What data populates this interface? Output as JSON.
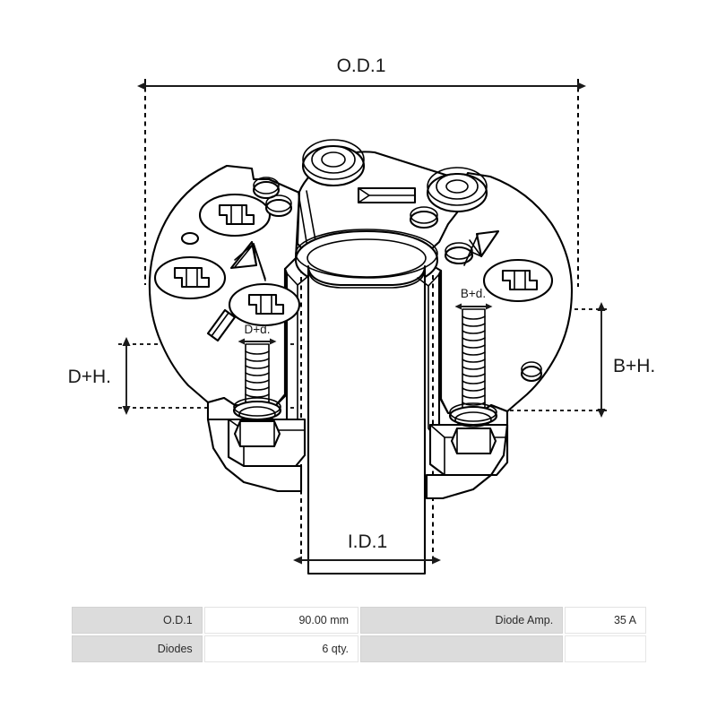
{
  "drawing": {
    "title": "alternator-rectifier-dimensional-drawing",
    "dimension_labels": {
      "outer_diameter": "O.D.1",
      "inner_diameter": "I.D.1",
      "d_stud_diameter": "D+d.",
      "d_stud_height": "D+H.",
      "b_stud_diameter": "B+d.",
      "b_stud_height": "B+H."
    },
    "line_color": "#000000",
    "background_color": "#ffffff"
  },
  "spec_table": {
    "rows": [
      {
        "label_left": "O.D.1",
        "value_left": "90.00 mm",
        "label_right": "Diode Amp.",
        "value_right": "35 A"
      },
      {
        "label_left": "Diodes",
        "value_left": "6 qty.",
        "label_right": "",
        "value_right": ""
      }
    ],
    "header_bg": "#dcdcdc",
    "value_bg": "#ffffff",
    "border_color": "#e3e3e3"
  }
}
